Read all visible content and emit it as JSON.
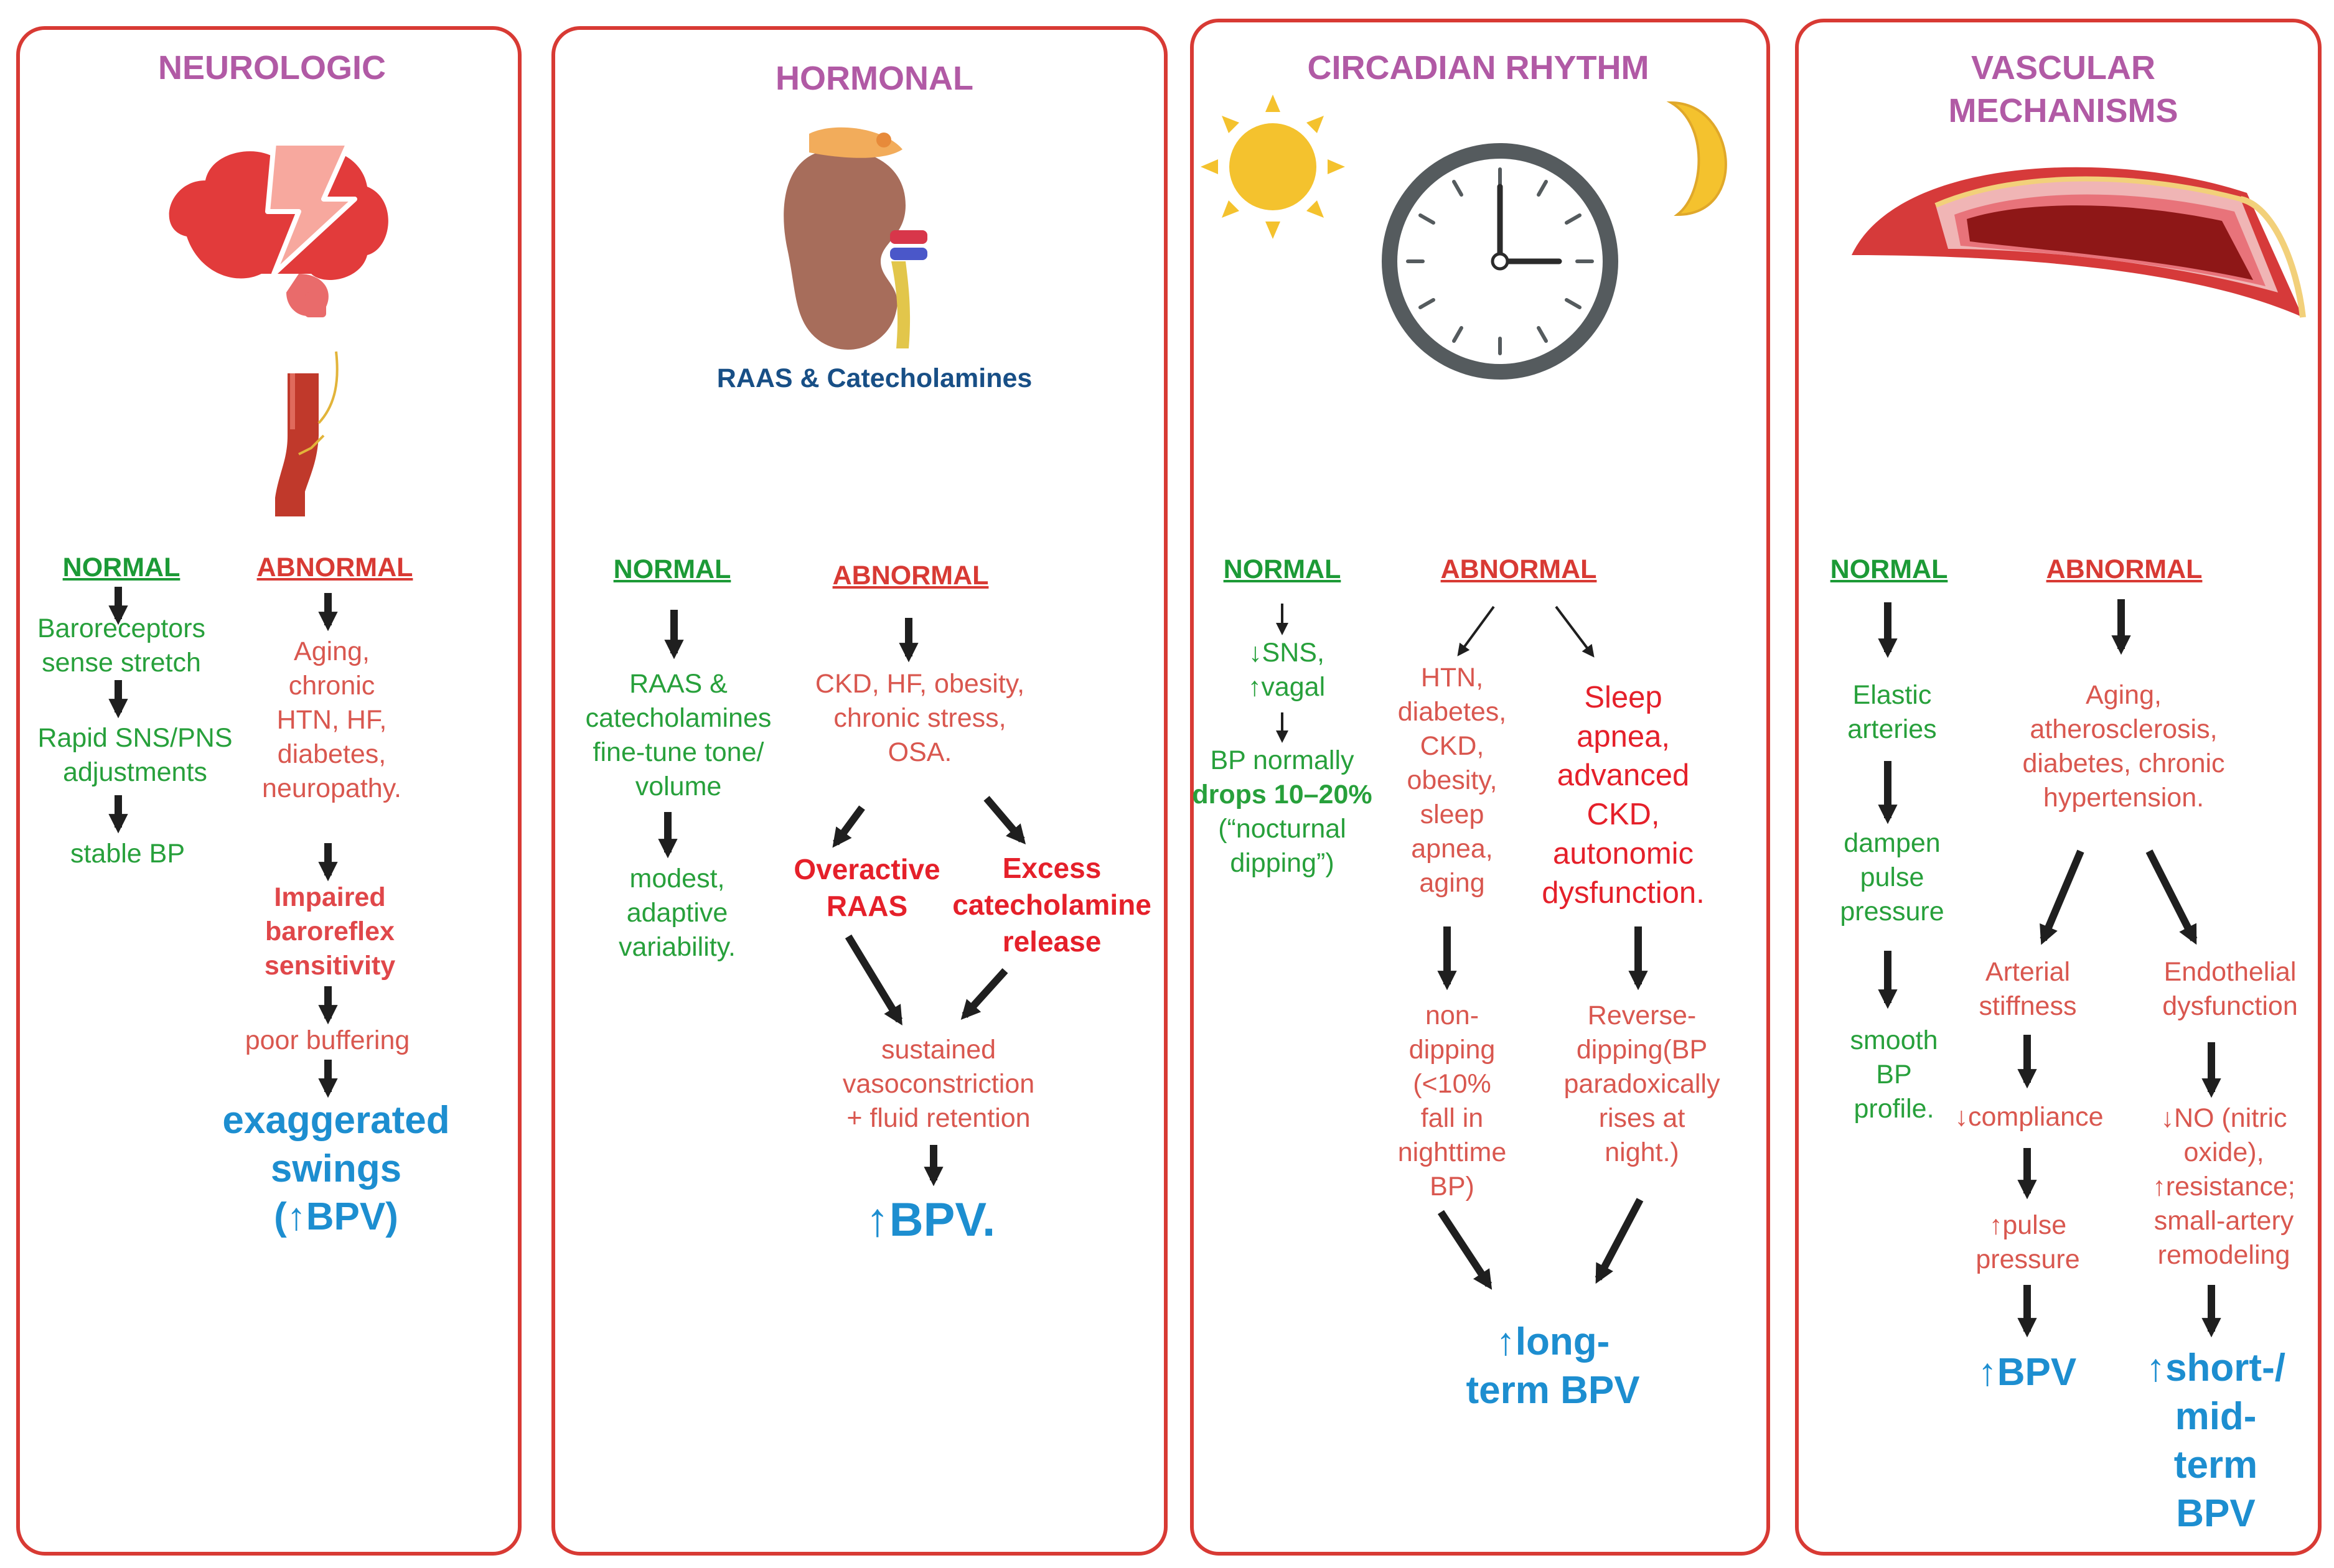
{
  "panels": [
    {
      "title": "NEUROLOGIC",
      "normal_label": "NORMAL",
      "abnormal_label": "ABNORMAL",
      "normal_steps": [
        "Baroreceptors\nsense stretch",
        "Rapid SNS/PNS\nadjustments",
        "stable BP"
      ],
      "abnormal_steps": [
        "Aging,\nchronic\nHTN, HF,\ndiabetes,\nneuropathy.",
        "Impaired\nbaroreflex\nsensitivity",
        "poor buffering"
      ],
      "outcome": "exaggerated\nswings\n(↑BPV)"
    },
    {
      "title": "HORMONAL",
      "subtitle": "RAAS & Catecholamines",
      "normal_label": "NORMAL",
      "abnormal_label": "ABNORMAL",
      "normal_steps": [
        "RAAS &\ncatecholamines\nfine-tune tone/\nvolume",
        "modest,\nadaptive\nvariability."
      ],
      "abnormal_steps": [
        "CKD, HF, obesity,\nchronic stress,\nOSA."
      ],
      "branch_left": "Overactive\nRAAS",
      "branch_right": "Excess\ncatecholamine\nrelease",
      "merge": "sustained\nvasoconstriction\n+ fluid retention",
      "outcome": "↑BPV."
    },
    {
      "title": "CIRCADIAN RHYTHM",
      "normal_label": "NORMAL",
      "abnormal_label": "ABNORMAL",
      "normal_steps": [
        "↓SNS,\n↑vagal"
      ],
      "normal_step2_lead": "BP normally",
      "normal_step2_bold": "drops 10–20%",
      "normal_step2_tail": "(“nocturnal\ndipping”)",
      "left_causes": "HTN,\ndiabetes,\nCKD,\nobesity,\nsleep\napnea,\naging",
      "right_causes": "Sleep\napnea,\nadvanced\nCKD,\nautonomic\ndysfunction.",
      "left_effect": "non-\ndipping\n(<10%\nfall in\nnighttime\nBP)",
      "right_effect": "Reverse-\ndipping(BP\nparadoxically\nrises at\nnight.)",
      "outcome": "↑long-\nterm BPV"
    },
    {
      "title": "VASCULAR MECHANISMS",
      "normal_label": "NORMAL",
      "abnormal_label": "ABNORMAL",
      "normal_steps": [
        "Elastic\narteries",
        "dampen\npulse\npressure",
        "smooth\nBP\nprofile."
      ],
      "abnormal_steps": [
        "Aging,\natherosclerosis,\ndiabetes, chronic\nhypertension."
      ],
      "left_branch": [
        "Arterial\nstiffness",
        "↓compliance",
        "↑pulse\npressure"
      ],
      "right_branch": [
        "Endothelial\ndysfunction",
        "↓NO (nitric\noxide),\n↑resistance;\nsmall-artery\nremodeling"
      ],
      "left_outcome": "↑BPV",
      "right_outcome": "↑short-/\nmid-\nterm\nBPV"
    }
  ],
  "colors": {
    "border": "#d83a34",
    "title": "#b15aa5",
    "normal": "#27a03b",
    "abnormal": "#d9574f",
    "outcome": "#1d8ed0",
    "subtitle": "#184f86"
  },
  "icons": [
    "brain-lightning-icon",
    "carotid-artery-icon",
    "kidney-adrenal-icon",
    "sun-icon",
    "clock-icon",
    "moon-icon",
    "artery-cross-section-icon"
  ]
}
